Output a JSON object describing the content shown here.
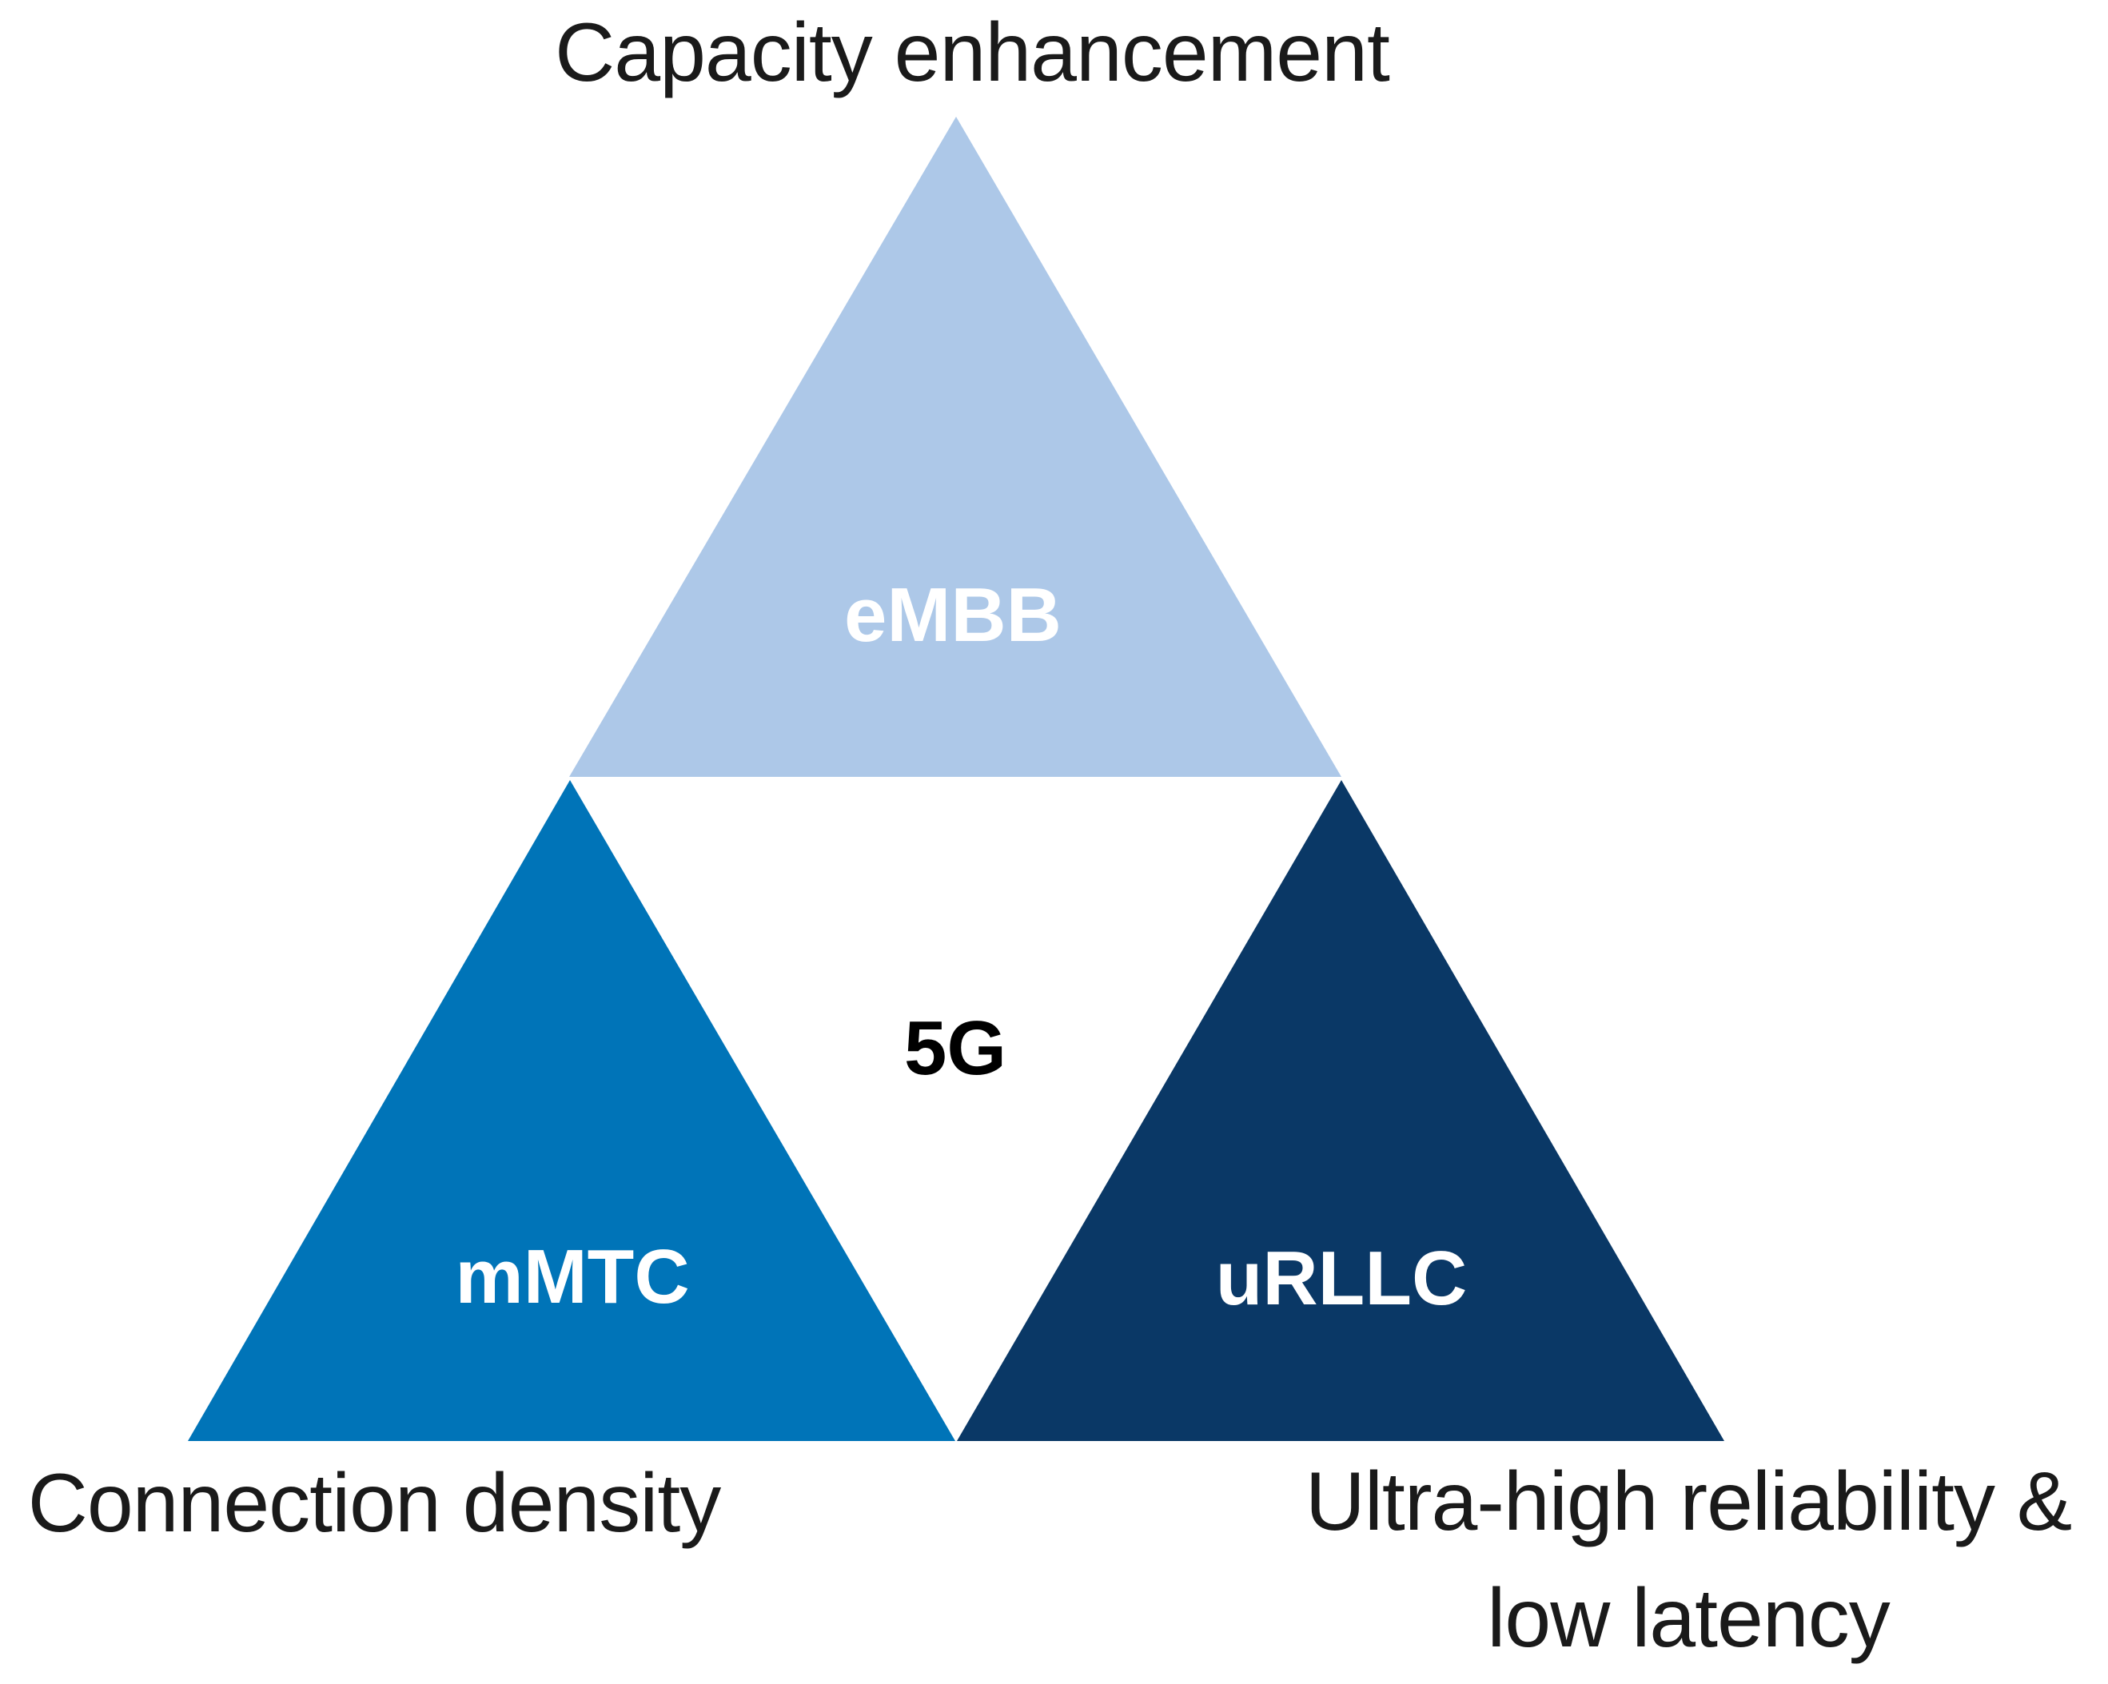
{
  "figure": {
    "captions": {
      "top": "Capacity enhancement",
      "bottom_left": "Connection density",
      "bottom_right_line1": "Ultra-high reliability &",
      "bottom_right_line2": "low latency"
    },
    "triangles": {
      "embb": {
        "label": "eMBB",
        "color": "#ADC8E8"
      },
      "mmtc": {
        "label": "mMTC",
        "color": "#0074B8"
      },
      "urllc": {
        "label": "uRLLC",
        "color": "#0A3866"
      }
    },
    "center": {
      "label": "5G"
    },
    "colors": {
      "background": "#FFFFFF",
      "caption_text": "#1A1A1A",
      "triangle_label_text": "#FFFFFF",
      "center_label_text": "#000000"
    }
  }
}
